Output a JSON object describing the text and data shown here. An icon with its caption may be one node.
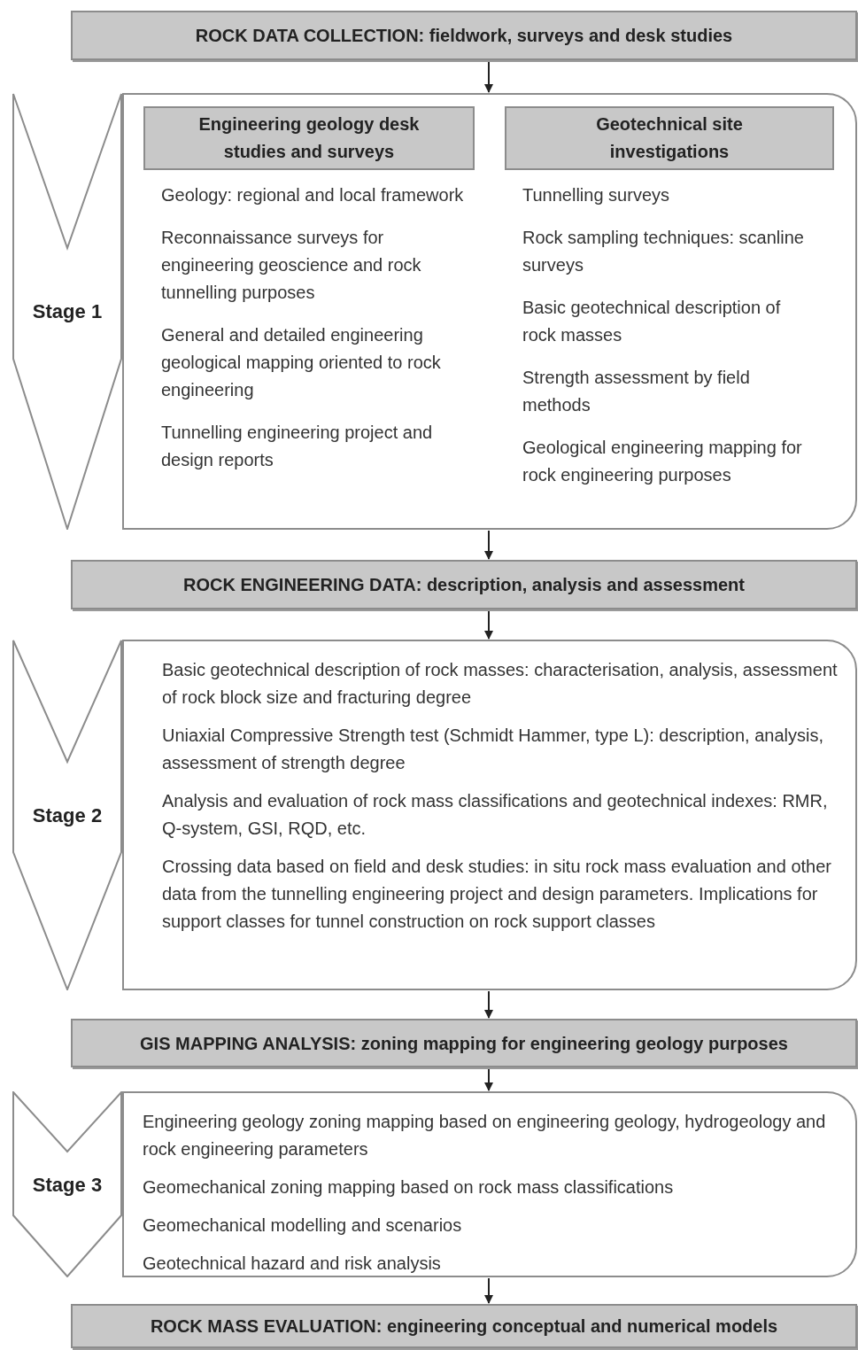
{
  "diagram": {
    "nodes": [
      {
        "text": [
          "ROCK DATA COLLECTION: fieldwork, surveys and desk studies"
        ]
      },
      {
        "text": [
          "Stage 1"
        ]
      },
      {
        "text": [],
        "shape": "box"
      },
      {
        "text": [
          "Engineering geology desk studies and surveys"
        ],
        "in": 2
      },
      {
        "text": [
          "Geotechnical site investigations"
        ],
        "in": 2
      },
      {
        "text": [
          "ROCK ENGINEERING DATA: description, analysis and assessment"
        ]
      },
      {
        "text": [
          "Stage 2"
        ]
      },
      {
        "text": [
          "Basic geotechnical description of rock masses: characterisation, analysis, assessment of rock block size and fracturing degree",
          "Uniaxial Compressive Strength test (Schmidt Hammer, type L): description, analysis, assessment of strength degree",
          "Analysis and evaluation of rock mass classifications and geotechnical indexes: RMR, Q-system, GSI, RQD, etc.",
          "Crossing data based on field and desk studies: in situ rock mass evaluation and other data from the tunnelling engineering project and design parameters. Implications for support classes for tunnel construction on rock support classes"
        ]
      },
      {
        "text": [
          "GIS MAPPING ANALYSIS: zoning mapping for engineering geology purposes"
        ]
      },
      {
        "text": [
          "Stage 3"
        ]
      },
      {
        "text": [
          "Engineering geology zoning mapping based on engineering geology, hydrogeology and rock engineering parameters",
          "Geomechanical zoning mapping based on rock mass classifications",
          "Geomechanical modelling and scenarios",
          "Geotechnical hazard and risk analysis"
        ]
      },
      {
        "text": [
          "ROCK MASS EVALUATION: engineering conceptual and numerical models"
        ]
      }
    ],
    "edges": [
      {
        "from": 0,
        "to": 2,
        "arrow": "to"
      },
      {
        "from": 2,
        "to": 5,
        "arrow": "to"
      },
      {
        "from": 5,
        "to": 7,
        "arrow": "to"
      },
      {
        "from": 7,
        "to": 8,
        "arrow": "to"
      },
      {
        "from": 8,
        "to": 10,
        "arrow": "to"
      },
      {
        "from": 10,
        "to": 11,
        "arrow": "to"
      }
    ],
    "labels": [
      "Geology: regional and local framework",
      "Reconnaissance surveys for engineering geoscience and rock tunnelling purposes",
      "General and detailed engineering geological mapping oriented to rock engineering",
      "Tunnelling engineering project and design reports",
      "Tunnelling surveys",
      "Rock sampling techniques: scanline surveys",
      "Basic geotechnical description of rock masses",
      "Strength assessment by field methods",
      "Geological engineering mapping for rock engineering purposes"
    ]
  }
}
